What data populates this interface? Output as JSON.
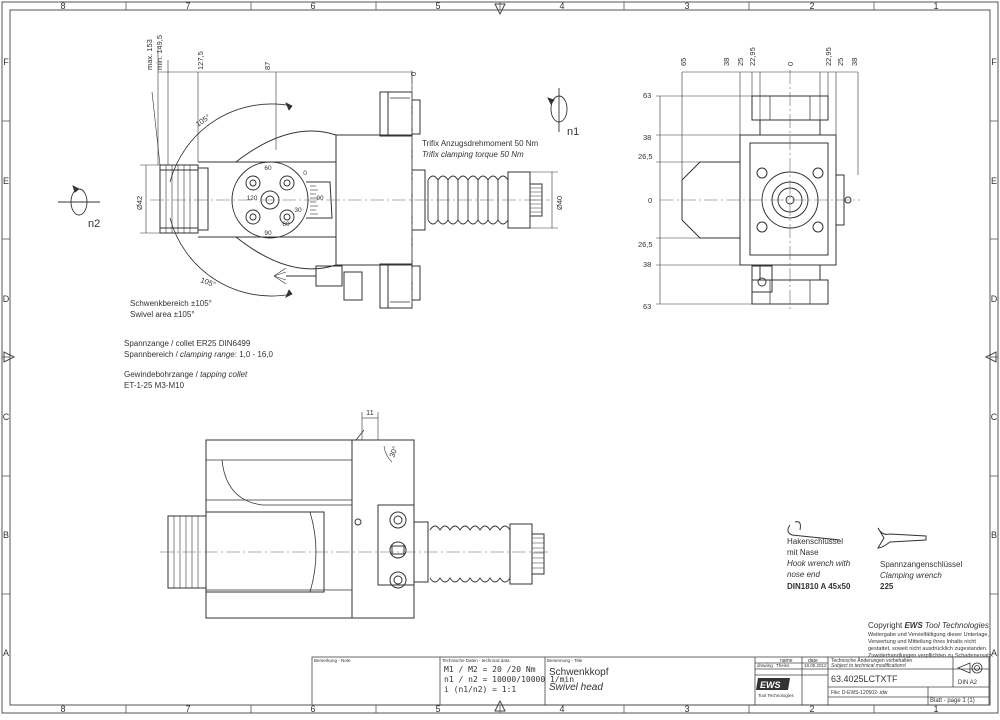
{
  "grid": {
    "columns": [
      "8",
      "7",
      "6",
      "5",
      "4",
      "3",
      "2",
      "1"
    ],
    "rows": [
      "F",
      "E",
      "D",
      "C",
      "B",
      "A"
    ]
  },
  "view_top": {
    "dims_top": [
      "max. 153",
      "min. 149,5",
      "127,5",
      "87",
      "0"
    ],
    "angle_up": "105°",
    "angle_down": "105°",
    "dia_left": "Ø42",
    "dia_right": "Ø40",
    "dial_marks": [
      "60",
      "90",
      "120",
      "0",
      "30",
      "60",
      "90"
    ],
    "torque_de": "Trifix Anzugsdrehmoment  50 Nm",
    "torque_en": "Trifix clamping torque  50 Nm",
    "rot_n1": "n1",
    "rot_n2": "n2"
  },
  "view_side": {
    "dims_top": [
      "65",
      "38",
      "25",
      "22,95",
      "0",
      "22,95",
      "25",
      "38"
    ],
    "dims_left": [
      "63",
      "38",
      "26,5",
      "0",
      "26,5",
      "38",
      "63"
    ]
  },
  "view_bottom": {
    "dim_11": "11",
    "dim_30": "30°"
  },
  "notes": {
    "swivel_de": "Schwenkbereich ±105°",
    "swivel_en": "Swivel area ±105°",
    "collet_line": "Spannzange / collet   ER25   DIN6499",
    "clamp_range_prefix": "Spannbereich / ",
    "clamp_range_italic": "clamping range",
    "clamp_range_value": ": 1,0 - 16,0",
    "tapping_prefix": "Gewindebohrzange / ",
    "tapping_italic": "tapping collet",
    "tapping_value": "ET-1-25   M3-M10"
  },
  "wrench_hook": {
    "line1": "Hakenschlüssel",
    "line2": "mit Nase",
    "line3": "Hook wrench with",
    "line4": "nose end",
    "line5": "DIN1810  A  45x50"
  },
  "wrench_clamp": {
    "line1": "Spannzangenschlüssel",
    "line2": "Clamping wrench",
    "line3": "225"
  },
  "copyright": {
    "title_prefix": "Copyright ",
    "title_brand": "EWS",
    "title_suffix": " Tool Technologies",
    "line1": "Weitergabe und Vervielfältigung dieser Unterlage,",
    "line2": "Verwertung und Mitteilung ihres Inhalts nicht",
    "line3": "gestattet, soweit nicht ausdrücklich zugestanden.",
    "line4": "Zuwiderhandlungen verpflichten zu Schadenersatz."
  },
  "title_block": {
    "remark_header": "Bemerkung - Note",
    "tech_header": "Technische Daten - technical data",
    "tech_line1": "M1 / M2 = 20  /20  Nm",
    "tech_line2": "n1 / n2 = 10000/10000 1/min",
    "tech_line3": "i  (n1/n2) = 1:1",
    "name_header": "Benennung - Title",
    "name_de": "Schwenkkopf",
    "name_en": "Swivel head",
    "col_name": "name",
    "col_date": "date",
    "drawing_label": "drawing",
    "drawer": "Theiss",
    "draw_date": "18.05.2012",
    "changes_de": "Technische Änderungen vorbehalten",
    "changes_en": "Subject to technical modifications!",
    "logo": "EWS",
    "logo_sub": "Tool Technologies",
    "part_number": "63.4025LCTXTF",
    "sheet_size": "DIN A2",
    "file": "File: D-EWS-120502-.idw",
    "sheet": "Blatt - page  1 (1)"
  },
  "colors": {
    "line": "#333333",
    "frame": "#555555",
    "center": "#666666"
  }
}
